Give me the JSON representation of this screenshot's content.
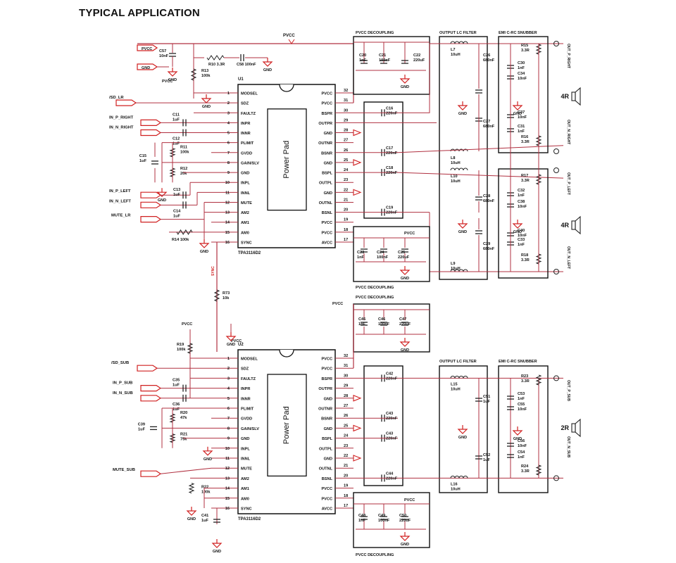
{
  "title": "TYPICAL APPLICATION",
  "colors": {
    "wire": "#b03040",
    "line": "#222222",
    "box": "#111111",
    "gnd": "#d02020"
  },
  "chips": [
    {
      "ref": "U1",
      "part": "TPA3116D2",
      "pad": "Power Pad"
    },
    {
      "ref": "U2",
      "part": "TPA3116D2",
      "pad": "Power Pad"
    }
  ],
  "left_pins": [
    {
      "n": "1",
      "name": "MODSEL"
    },
    {
      "n": "2",
      "name": "SDZ"
    },
    {
      "n": "3",
      "name": "FAULTZ"
    },
    {
      "n": "4",
      "name": "INPR"
    },
    {
      "n": "5",
      "name": "INNR"
    },
    {
      "n": "6",
      "name": "PLIMIT"
    },
    {
      "n": "7",
      "name": "GVDD"
    },
    {
      "n": "8",
      "name": "GAIN/SLV"
    },
    {
      "n": "9",
      "name": "GND"
    },
    {
      "n": "10",
      "name": "INPL"
    },
    {
      "n": "11",
      "name": "INNL"
    },
    {
      "n": "12",
      "name": "MUTE"
    },
    {
      "n": "13",
      "name": "AM2"
    },
    {
      "n": "14",
      "name": "AM1"
    },
    {
      "n": "15",
      "name": "AM0"
    },
    {
      "n": "16",
      "name": "SYNC"
    }
  ],
  "right_pins": [
    {
      "n": "32",
      "name": "PVCC"
    },
    {
      "n": "31",
      "name": "PVCC"
    },
    {
      "n": "30",
      "name": "BSPR"
    },
    {
      "n": "29",
      "name": "OUTPR"
    },
    {
      "n": "28",
      "name": "GND"
    },
    {
      "n": "27",
      "name": "OUTNR"
    },
    {
      "n": "26",
      "name": "BSNR"
    },
    {
      "n": "25",
      "name": "GND"
    },
    {
      "n": "24",
      "name": "BSPL"
    },
    {
      "n": "23",
      "name": "OUTPL"
    },
    {
      "n": "22",
      "name": "GND"
    },
    {
      "n": "21",
      "name": "OUTNL"
    },
    {
      "n": "20",
      "name": "BSNL"
    },
    {
      "n": "19",
      "name": "PVCC"
    },
    {
      "n": "18",
      "name": "PVCC"
    },
    {
      "n": "17",
      "name": "AVCC"
    }
  ],
  "section_labels": {
    "pvcc_decoupling": "PVCC DECOUPLING",
    "output_lc_filter": "OUTPUT LC FILTER",
    "emi_snubber": "EMI C-RC SNUBBER"
  },
  "net_labels": {
    "pvcc": "PVCC",
    "gnd": "GND",
    "sync": "SYNC",
    "sd_lr": "/SD_LR",
    "in_p_right": "IN_P_RIGHT",
    "in_n_right": "IN_N_RIGHT",
    "in_p_left": "IN_P_LEFT",
    "in_n_left": "IN_N_LEFT",
    "mute_lr": "MUTE_LR",
    "sd_sub": "/SD_SUB",
    "in_p_sub": "IN_P_SUB",
    "in_n_sub": "IN_N_SUB",
    "mute_sub": "MUTE_SUB",
    "out_p_right": "OUT_P_RIGHT",
    "out_n_right": "OUT_N_RIGHT",
    "out_p_left": "OUT_P_LEFT",
    "out_n_left": "OUT_N_LEFT",
    "out_p_sub": "OUT_P_SUB",
    "out_n_sub": "OUT_N_SUB",
    "spk_4r": "4R",
    "spk_2r": "2R"
  },
  "components_top": {
    "c57": [
      "C57",
      "10nF"
    ],
    "r10": [
      "R10 3.3R"
    ],
    "c58": [
      "C58 100nF"
    ],
    "r13": [
      "R13",
      "100k"
    ],
    "c11": [
      "C11",
      "1uF"
    ],
    "c12": [
      "C12",
      "1uF"
    ],
    "r11": [
      "R11",
      "100k"
    ],
    "r12": [
      "R12",
      "20k"
    ],
    "c15": [
      "C15",
      "1uF"
    ],
    "c13": [
      "C13",
      "1uF"
    ],
    "c14": [
      "C14",
      "1uF"
    ],
    "r14": [
      "R14 100k"
    ],
    "r73": [
      "R73",
      "10k"
    ],
    "c20": [
      "C20",
      "1nF"
    ],
    "c21": [
      "C21",
      "100nF"
    ],
    "c22": [
      "C22",
      "220uF"
    ],
    "c16": [
      "C16",
      "220nF"
    ],
    "c17": [
      "C17",
      "220nF"
    ],
    "c18": [
      "C18",
      "220nF"
    ],
    "c19": [
      "C19",
      "220nF"
    ],
    "l7": [
      "L7",
      "10uH"
    ],
    "l8": [
      "L8",
      "10uH"
    ],
    "l10": [
      "L10",
      "10uH"
    ],
    "l9": [
      "L9",
      "10uH"
    ],
    "c26": [
      "C26",
      "680nF"
    ],
    "c27": [
      "C27",
      "680nF"
    ],
    "c28": [
      "C28",
      "680nF"
    ],
    "c29": [
      "C29",
      "680nF"
    ],
    "r15": [
      "R15",
      "3.3R"
    ],
    "c30": [
      "C30",
      "1nF"
    ],
    "c34": [
      "C34",
      "10nF"
    ],
    "c37": [
      "C37",
      "10nF"
    ],
    "c31": [
      "C31",
      "1nF"
    ],
    "r16": [
      "R16",
      "3.3R"
    ],
    "r17": [
      "R17",
      "3.3R"
    ],
    "c32": [
      "C32",
      "1nF"
    ],
    "c38": [
      "C38",
      "10nF"
    ],
    "c40": [
      "C40",
      "10nF"
    ],
    "c33": [
      "C33",
      "1nF"
    ],
    "r18": [
      "R18",
      "3.3R"
    ],
    "c23": [
      "C23",
      "1nF"
    ],
    "c24": [
      "C24",
      "100nF"
    ],
    "c25": [
      "C25",
      "220uF"
    ]
  },
  "components_bottom": {
    "r19": [
      "R19",
      "100k"
    ],
    "c35": [
      "C35",
      "1uF"
    ],
    "c36": [
      "C36",
      "1uF"
    ],
    "r20": [
      "R20",
      "47k"
    ],
    "r21": [
      "R21",
      "75k"
    ],
    "c39": [
      "C39",
      "1uF"
    ],
    "r22": [
      "R22",
      "100k"
    ],
    "c41": [
      "C41",
      "1uF"
    ],
    "c45": [
      "C45",
      "1nF"
    ],
    "c46": [
      "C46",
      "100nF"
    ],
    "c47": [
      "C47",
      "220uF"
    ],
    "c42": [
      "C42",
      "220nF"
    ],
    "c43": [
      "C43",
      "220nF"
    ],
    "c43b": [
      "C43",
      "220nF"
    ],
    "c44": [
      "C44",
      "220nF"
    ],
    "l15": [
      "L15",
      "10uH"
    ],
    "l16": [
      "L16",
      "10uH"
    ],
    "c51": [
      "C51",
      "1uF"
    ],
    "c52": [
      "C52",
      "1uF"
    ],
    "r23": [
      "R23",
      "3.3R"
    ],
    "c53": [
      "C53",
      "1nF"
    ],
    "c55": [
      "C55",
      "10nF"
    ],
    "c56": [
      "C56",
      "10nF"
    ],
    "c54": [
      "C54",
      "1nF"
    ],
    "r24": [
      "R24",
      "3.3R"
    ],
    "c48": [
      "C48",
      "1nF"
    ],
    "c49": [
      "C49",
      "100nF"
    ],
    "c50": [
      "C50",
      "220uF"
    ]
  }
}
